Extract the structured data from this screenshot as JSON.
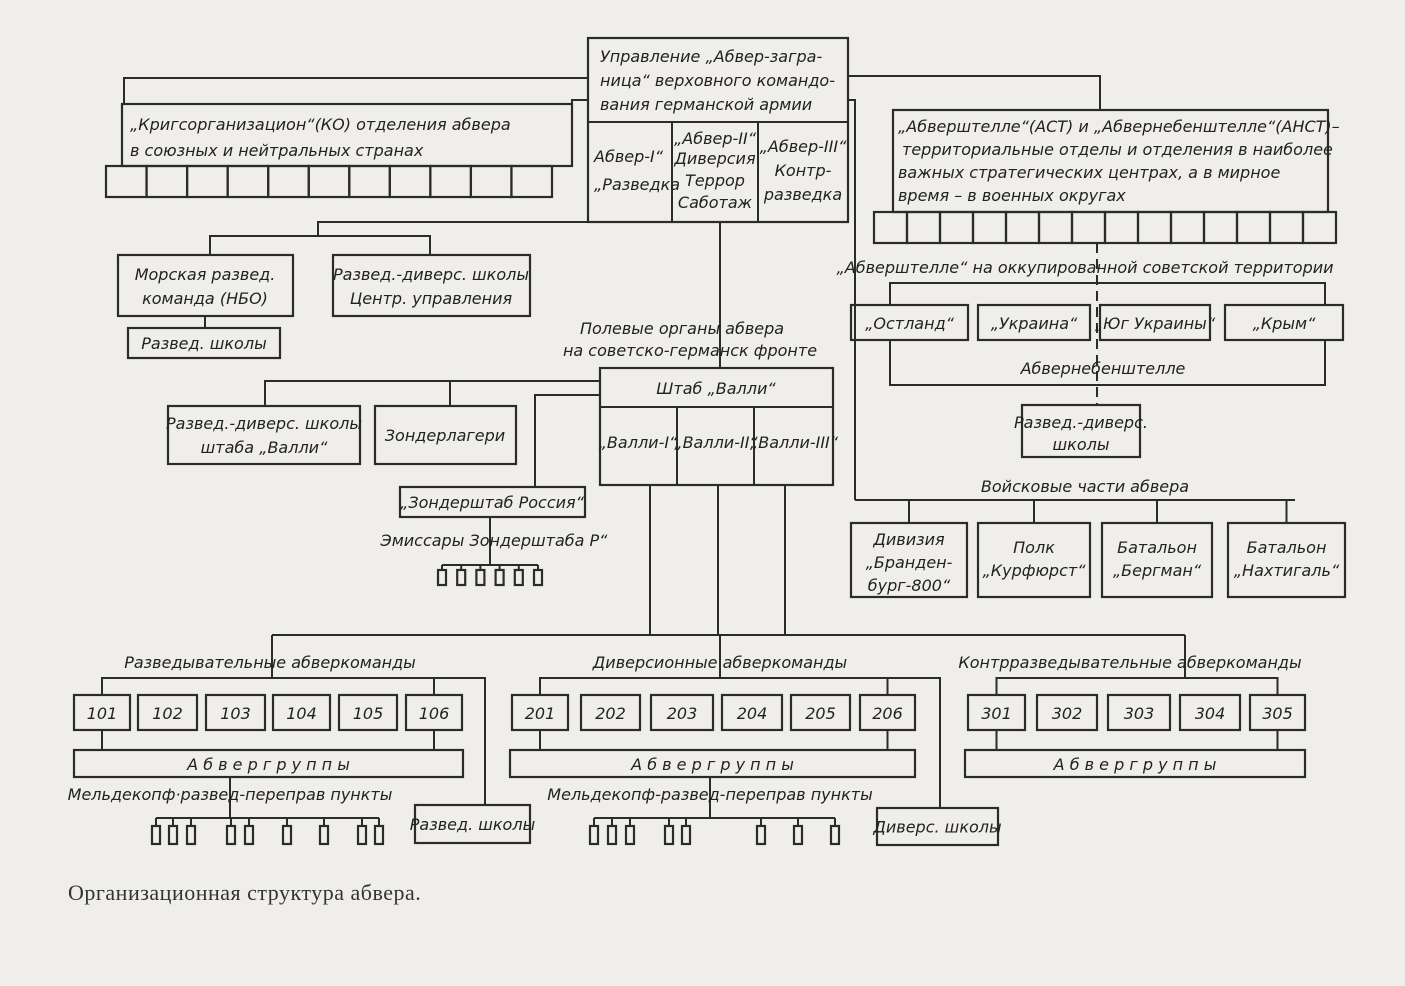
{
  "top": {
    "lines": [
      "Управление „Абвер-загра-",
      "ница“ верховного командо-",
      "вания германской армии"
    ]
  },
  "abwehr": [
    {
      "lines": [
        "Абвер-I“",
        "„Разведка"
      ]
    },
    {
      "lines": [
        "„Абвер-II“",
        "Диверсия",
        "Террор",
        "Саботаж"
      ]
    },
    {
      "lines": [
        "„Абвер-III“",
        "Контр-",
        "разведка"
      ]
    }
  ],
  "ko": {
    "lines": [
      "„Кригсорганизацион“(КО) отделения абвера",
      "в союзных и нейтральных странах"
    ],
    "cells": 11
  },
  "ast": {
    "lines": [
      "„Абверштелле“(АСТ) и „Абвернебенштелле“(АНСТ)–",
      "территориальные отделы и отделения в наиболее",
      "важных стратегических центрах, а в мирное",
      "время – в военных округах"
    ],
    "cells": 14
  },
  "naval": {
    "lines": [
      "Морская развед.",
      "команда (НБО)"
    ]
  },
  "central_schools": {
    "lines": [
      "Развед.-диверс. школы",
      "Центр. управления"
    ]
  },
  "naval_schools": "Развед. школы",
  "occupied_label": "„Абверштелле“ на оккупированной советской территории",
  "regions": [
    "„Остланд“",
    "„Украина“",
    "„Юг Украины“",
    "„Крым“"
  ],
  "nebenstelle_label": "Абвернебенштелле",
  "regional_schools": {
    "lines": [
      "Развед.-диверс.",
      "школы"
    ]
  },
  "troops_label": "Войсковые части абвера",
  "troops": [
    {
      "lines": [
        "Дивизия",
        "„Бранден-",
        "бург-800“"
      ]
    },
    {
      "lines": [
        "Полк",
        "„Курфюрст“"
      ]
    },
    {
      "lines": [
        "Батальон",
        "„Бергман“"
      ]
    },
    {
      "lines": [
        "Батальон",
        "„Нахтигаль“"
      ]
    }
  ],
  "field_label": [
    "Полевые органы абвера",
    "на советско-германск фронте"
  ],
  "valli": {
    "title": "Штаб „Валли“",
    "subs": [
      "„Валли-I“",
      "„Валли-II“",
      "„Валли-III“"
    ]
  },
  "valli_schools": {
    "lines": [
      "Развед.-диверс. школы",
      "штаба „Валли“"
    ]
  },
  "sonderlager": "Зондерлагери",
  "sonderstab": "„Зондерштаб Россия“",
  "emissaries": "Эмиссары Зондерштаба Р“",
  "groups": [
    {
      "label": "Разведывательные абверкоманды",
      "commands": [
        "101",
        "102",
        "103",
        "104",
        "105",
        "106"
      ],
      "subgroups": "А б в е р г р у п п ы",
      "points": "Мельдекопф·развед-переправ пункты",
      "schools": "Развед. школы"
    },
    {
      "label": "Диверсионные абверкоманды",
      "commands": [
        "201",
        "202",
        "203",
        "204",
        "205",
        "206"
      ],
      "subgroups": "А б в е р г р у п п ы",
      "points": "Мельдекопф-развед-переправ пункты",
      "schools": "Диверс. школы"
    },
    {
      "label": "Контрразведывательные абверкоманды",
      "commands": [
        "301",
        "302",
        "303",
        "304",
        "305"
      ],
      "subgroups": "А б в е р г р у п п ы"
    }
  ],
  "caption": "Организационная структура абвера."
}
